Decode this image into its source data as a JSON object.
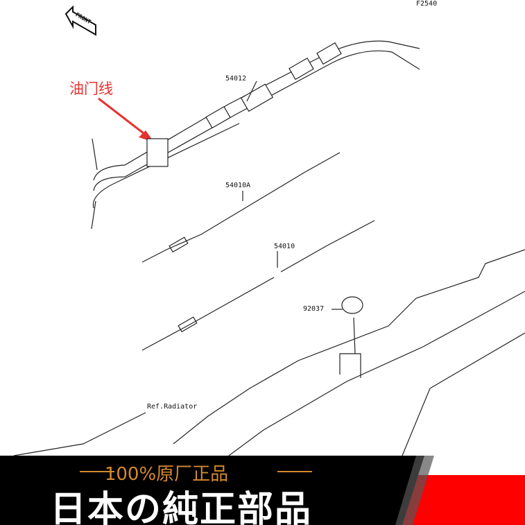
{
  "diagram": {
    "figure_code": "F2540",
    "direction_label": "FRONT",
    "annotation": "油门线",
    "parts": [
      "54012",
      "54010A",
      "54010",
      "92037"
    ],
    "reference": "Ref.Radiator"
  },
  "banner": {
    "subtitle": "100%原厂正品",
    "title": "日本の純正部品",
    "colors": {
      "band": "#000000",
      "accent": "#ff0000",
      "subtitle": "#d48a2d"
    }
  }
}
